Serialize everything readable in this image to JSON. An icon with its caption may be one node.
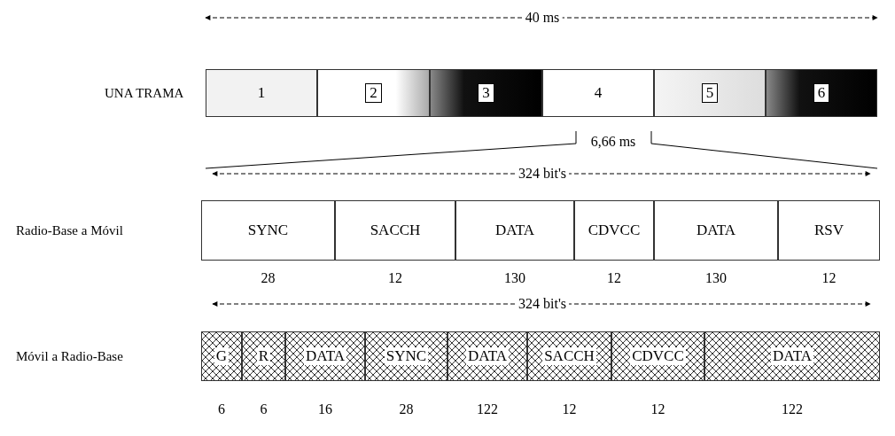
{
  "diagram": {
    "nodes": [
      {
        "text": [
          "1"
        ]
      },
      {
        "text": [
          "2"
        ]
      },
      {
        "text": [
          "3"
        ]
      },
      {
        "text": [
          "4"
        ]
      },
      {
        "text": [
          "5"
        ]
      },
      {
        "text": [
          "6"
        ]
      },
      {
        "text": [
          "SYNC"
        ]
      },
      {
        "text": [
          "SACCH"
        ]
      },
      {
        "text": [
          "DATA"
        ]
      },
      {
        "text": [
          "CDVCC"
        ]
      },
      {
        "text": [
          "DATA"
        ]
      },
      {
        "text": [
          "RSV"
        ]
      },
      {
        "text": [
          "G"
        ]
      },
      {
        "text": [
          "R"
        ]
      },
      {
        "text": [
          "DATA"
        ]
      },
      {
        "text": [
          "SYNC"
        ]
      },
      {
        "text": [
          "DATA"
        ]
      },
      {
        "text": [
          "SACCH"
        ]
      },
      {
        "text": [
          "CDVCC"
        ]
      },
      {
        "text": [
          "DATA"
        ]
      }
    ],
    "edges": [],
    "labels": [
      "40 ms",
      "UNA TRAMA",
      "6,66 ms",
      "324 bit's",
      "Radio-Base a Móvil",
      "28",
      "12",
      "130",
      "12",
      "130",
      "12",
      "324 bit's",
      "Móvil a Radio-Base",
      "6",
      "6",
      "16",
      "28",
      "122",
      "12",
      "12",
      "122"
    ]
  }
}
